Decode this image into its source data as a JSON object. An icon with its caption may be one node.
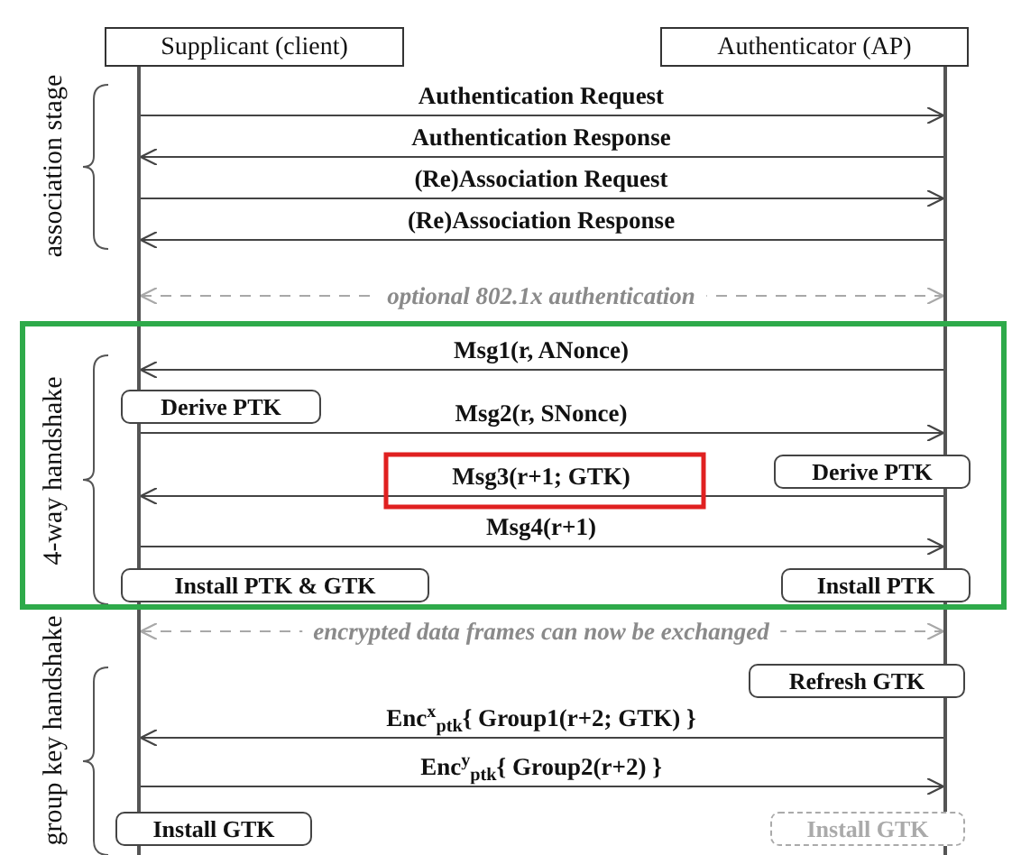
{
  "diagram": {
    "nodes": [
      {
        "text": [
          "Supplicant (client)"
        ]
      },
      {
        "text": [
          "Authenticator (AP)"
        ]
      },
      {
        "text": [],
        "shape": "bar"
      },
      {
        "text": [],
        "shape": "bar"
      },
      {
        "text": [
          "4-way handshake"
        ]
      },
      {
        "text": [
          "Derive PTK"
        ],
        "in": 4
      },
      {
        "text": [
          "Derive PTK"
        ],
        "in": 4
      },
      {
        "text": [
          "Install PTK & GTK"
        ],
        "in": 4
      },
      {
        "text": [
          "Install PTK"
        ],
        "in": 4
      },
      {
        "text": [
          "Refresh GTK"
        ]
      },
      {
        "text": [
          "Install GTK"
        ]
      },
      {
        "text": [
          "Install GTK"
        ]
      }
    ],
    "edges": [
      {
        "from": 2,
        "to": 3,
        "arrow": "to",
        "label": "Authentication Request"
      },
      {
        "from": 3,
        "to": 2,
        "arrow": "to",
        "label": "Authentication Response"
      },
      {
        "from": 2,
        "to": 3,
        "arrow": "to",
        "label": "(Re)Association Request"
      },
      {
        "from": 3,
        "to": 2,
        "arrow": "to",
        "label": "(Re)Association Response"
      },
      {
        "from": 2,
        "to": 3,
        "arrow": "both",
        "label": "optional 802.1x authentication",
        "style": "dashed",
        "color": "#a8a8a8"
      },
      {
        "from": 3,
        "to": 2,
        "arrow": "to",
        "label": "Msg1(r, ANonce)"
      },
      {
        "from": 2,
        "to": 3,
        "arrow": "to",
        "label": "Msg2(r, SNonce)"
      },
      {
        "from": 3,
        "to": 2,
        "arrow": "to",
        "label": "Msg3(r+1; GTK)"
      },
      {
        "from": 2,
        "to": 3,
        "arrow": "to",
        "label": "Msg4(r+1)"
      },
      {
        "from": 2,
        "to": 3,
        "arrow": "both",
        "label": "encrypted data frames can now be exchanged",
        "style": "dashed",
        "color": "#a8a8a8"
      },
      {
        "from": 3,
        "to": 2,
        "arrow": "to",
        "label": "Enc$^{x}$$_{ptk}${ Group1(r+2; GTK) }"
      },
      {
        "from": 2,
        "to": 3,
        "arrow": "to",
        "label": "Enc$^{y}$$_{ptk}${ Group2(r+2) }"
      }
    ],
    "labels": [
      "association stage",
      "group key handshake"
    ]
  }
}
